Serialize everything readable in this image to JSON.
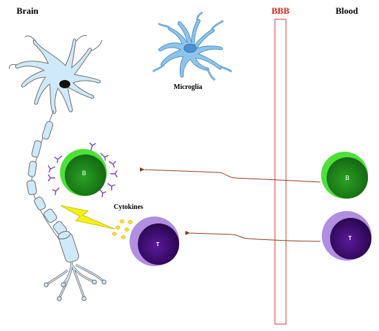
{
  "labels": {
    "brain": "Brain",
    "blood": "Blood",
    "bbb": "BBB",
    "microglia": "Microglia",
    "cytokines": "Cytokines"
  },
  "cells": {
    "b_brain": "B",
    "t_brain": "T",
    "b_blood": "B",
    "t_blood": "T"
  },
  "colors": {
    "bbb_border": "#e0564a",
    "bbb_label": "#e8201c",
    "arrow": "#8a3a1a",
    "neuron_fill": "#cfe9f8",
    "b_outer": "#4ee03a",
    "b_inner": "#1f8a1c",
    "t_outer": "#b08ee0",
    "t_inner": "#3a0a6a",
    "antibody": "#7a3ad0",
    "lightning": "#f4f214",
    "cytokine_dot": "#f1e02a"
  },
  "icons": [
    "neuron-icon",
    "microglia-icon",
    "lightning-icon",
    "antibody-icon"
  ]
}
